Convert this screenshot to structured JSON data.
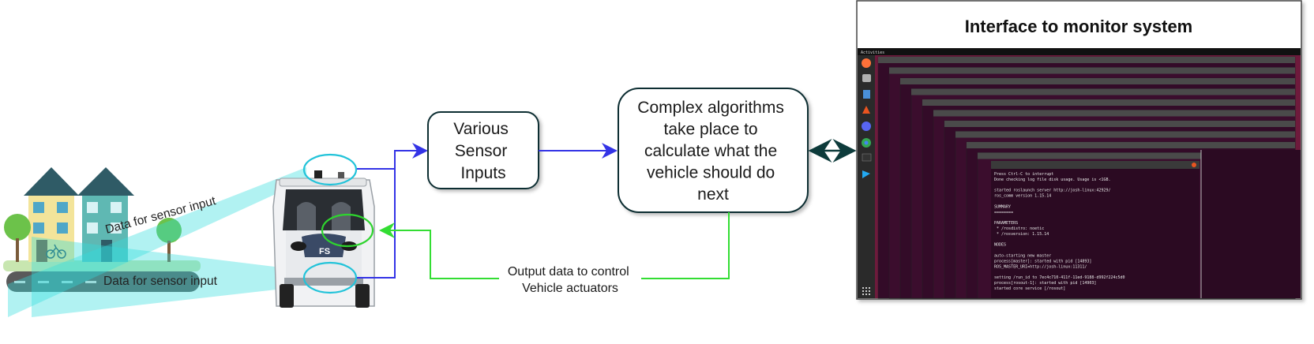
{
  "sensor_labels": {
    "upper": "Data for sensor input",
    "lower": "Data for sensor input"
  },
  "boxes": {
    "sensors": [
      "Various",
      "Sensor",
      "Inputs"
    ],
    "algorithms": [
      "Complex algorithms",
      "take place to",
      "calculate what the",
      "vehicle should do",
      "next"
    ]
  },
  "output_label": [
    "Output data to control",
    "Vehicle actuators"
  ],
  "monitor": {
    "title": "Interface to monitor system",
    "terminal_lines": [
      "Press Ctrl-C to interrupt",
      "Done checking log file disk usage. Usage is <1GB.",
      "",
      "started roslaunch server http://josh-linux:42929/",
      "ros_comm version 1.15.14",
      "",
      "SUMMARY",
      "========",
      "",
      "PARAMETERS",
      " * /rosdistro: noetic",
      " * /rosversion: 1.15.14",
      "",
      "NODES",
      "",
      "auto-starting new master",
      "process[master]: started with pid [14893]",
      "ROS_MASTER_URI=http://josh-linux:11311/",
      "",
      "setting /run_id to 7ec4c710-411f-11ed-9188-d992f224c5d0",
      "process[rosout-1]: started with pid [14903]",
      "started core service [/rosout]"
    ]
  },
  "colors": {
    "blue_arrow": "#3333e6",
    "green_arrow": "#33dd33",
    "dark_arrow": "#0d3b3b",
    "box_border": "#0d2e33",
    "beam": "#33dddd",
    "terminal_bg": "#2b0a22",
    "desktop_bg": "#6e1a3c"
  },
  "icons": [
    "firefox-icon",
    "files-icon",
    "document-icon",
    "app-store-icon",
    "discord-icon",
    "chrome-icon",
    "terminal-icon",
    "vscode-icon",
    "apps-grid-icon"
  ]
}
